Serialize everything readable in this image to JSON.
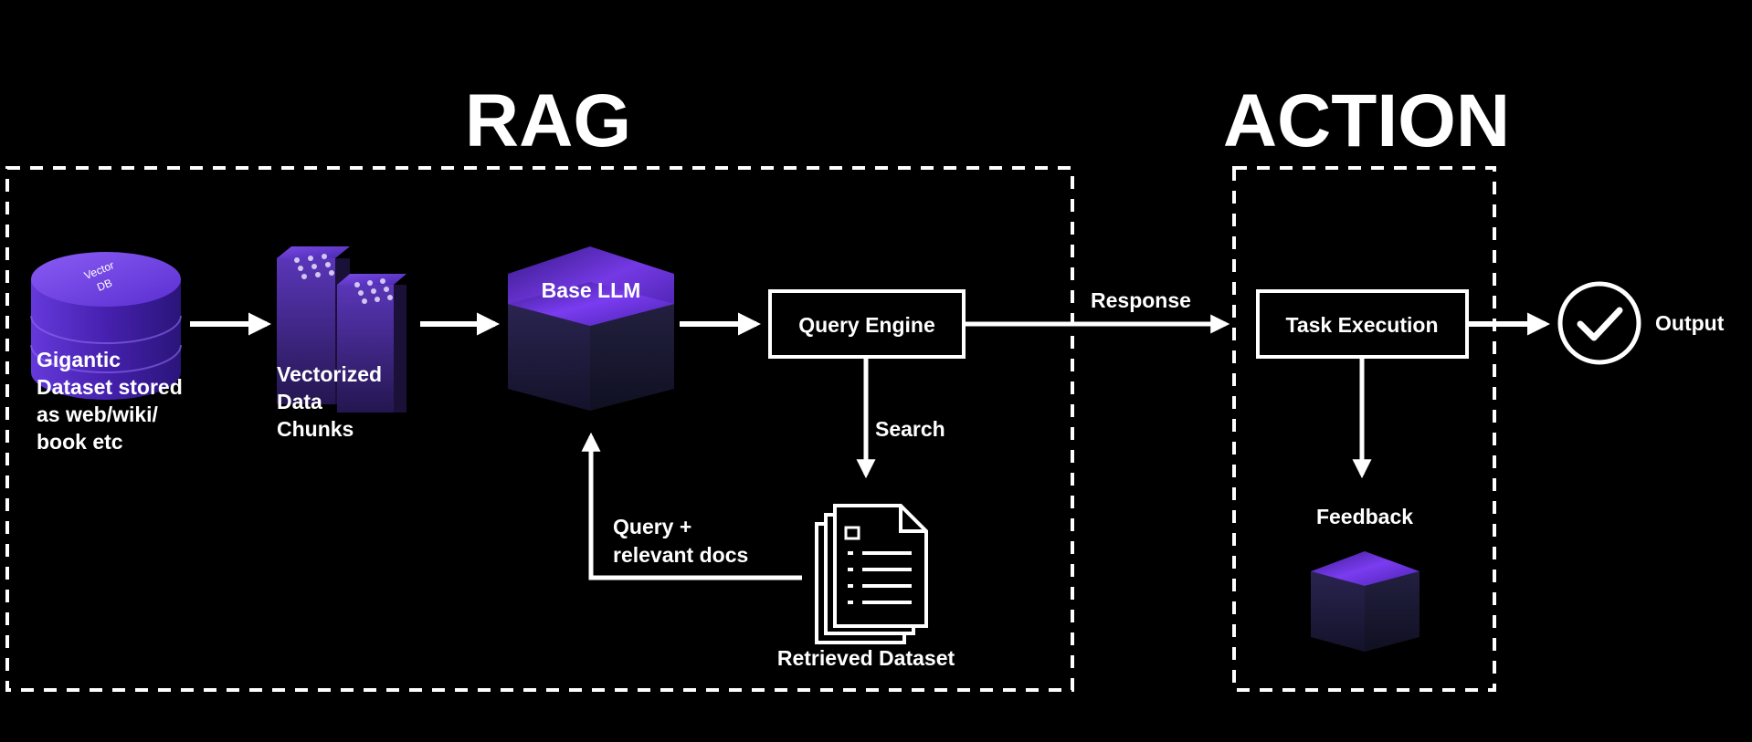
{
  "sections": {
    "rag_title": "RAG",
    "action_title": "ACTION"
  },
  "nodes": {
    "vector_db": {
      "badge_line1": "Vector",
      "badge_line2": "DB",
      "caption_line1": "Gigantic",
      "caption_line2": "Dataset stored",
      "caption_line3": "as web/wiki/",
      "caption_line4": "book etc"
    },
    "chunks": {
      "caption_line1": "Vectorized",
      "caption_line2": "Data",
      "caption_line3": "Chunks"
    },
    "base_llm": {
      "label": "Base LLM"
    },
    "query_engine": {
      "label": "Query Engine"
    },
    "retrieved": {
      "label": "Retrieved Dataset"
    },
    "task_execution": {
      "label": "Task Execution"
    },
    "feedback": {
      "label": "Feedback"
    },
    "output": {
      "label": "Output"
    }
  },
  "edges": {
    "response": "Response",
    "search": "Search",
    "query_docs_line1": "Query +",
    "query_docs_line2": "relevant docs"
  },
  "colors": {
    "background": "#000000",
    "foreground": "#ffffff",
    "accent_purple": "#6a2cd8",
    "cube_dark": "#1a1933"
  }
}
